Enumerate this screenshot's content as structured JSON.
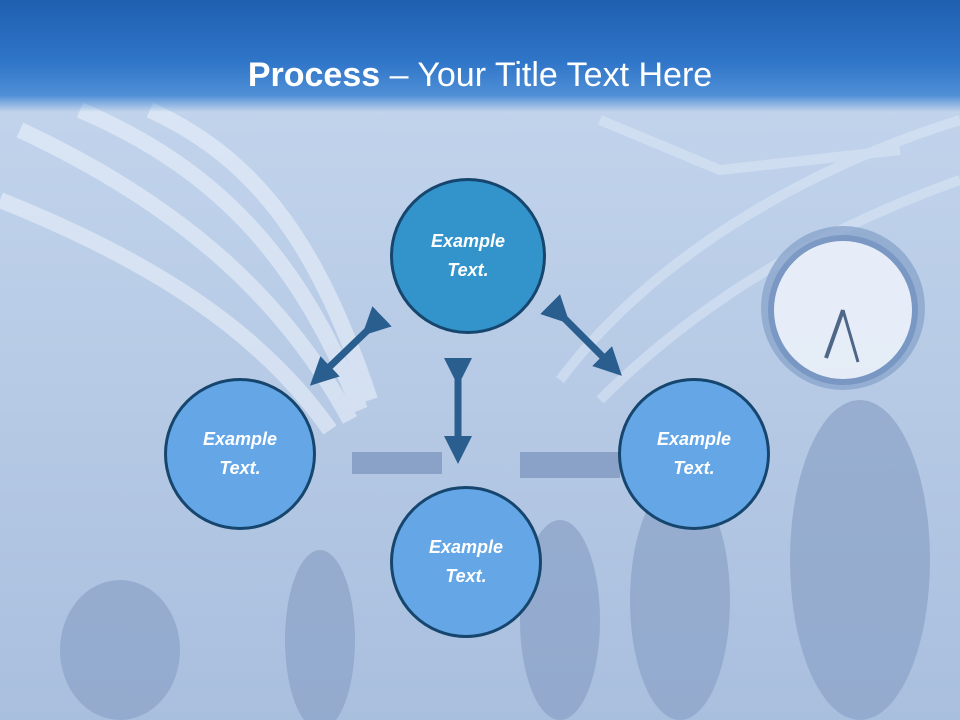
{
  "title": {
    "bold": "Process",
    "rest": " – Your Title Text Here"
  },
  "nodes": {
    "top": "Example Text.",
    "left": "Example Text.",
    "right": "Example Text.",
    "bottom": "Example Text."
  },
  "colors": {
    "header": "#2f75c8",
    "node_top": "#3394cc",
    "node": "#64a6e6",
    "arrow": "#2a5e8f",
    "border": "#16466e"
  }
}
